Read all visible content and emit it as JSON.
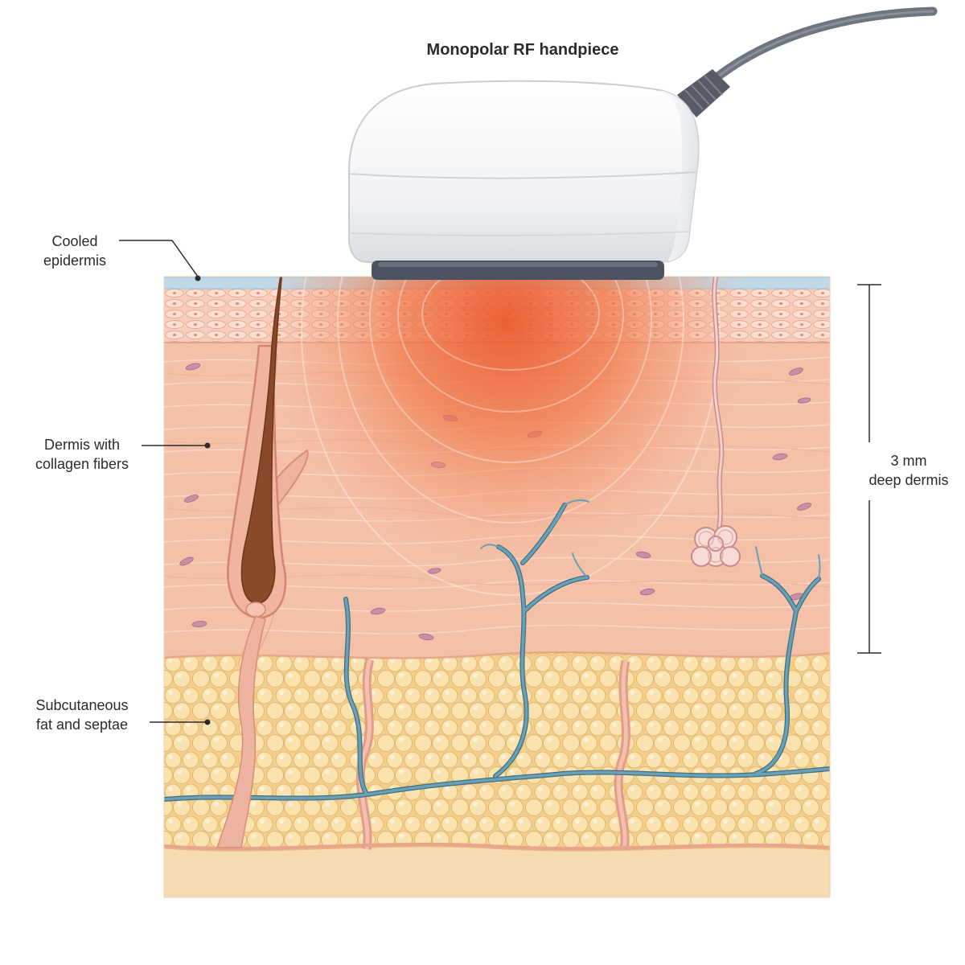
{
  "title": "Monopolar RF handpiece",
  "labels": {
    "epidermis": [
      "Cooled",
      "epidermis"
    ],
    "dermis": [
      "Dermis with",
      "collagen fibers"
    ],
    "fat": [
      "Subcutaneous",
      "fat and septae"
    ],
    "depth": [
      "3 mm",
      "deep dermis"
    ]
  },
  "colors": {
    "epidermis": "#bfd9e8",
    "dermis": "#f4c0a8",
    "fat": "#f6d79a",
    "heat": "#ec5a2e",
    "vessel": "#5e93a8",
    "hair": "#8a4a2a",
    "handpiece": "#eceef1",
    "handpiece_base": "#4d5260",
    "cable": "#6e7480"
  },
  "icons": [
    "monopolar-rf-handpiece-icon",
    "hair-follicle-icon",
    "sweat-gland-icon",
    "blood-vessel-icon",
    "fat-lobule-icon",
    "heat-zone-icon"
  ]
}
